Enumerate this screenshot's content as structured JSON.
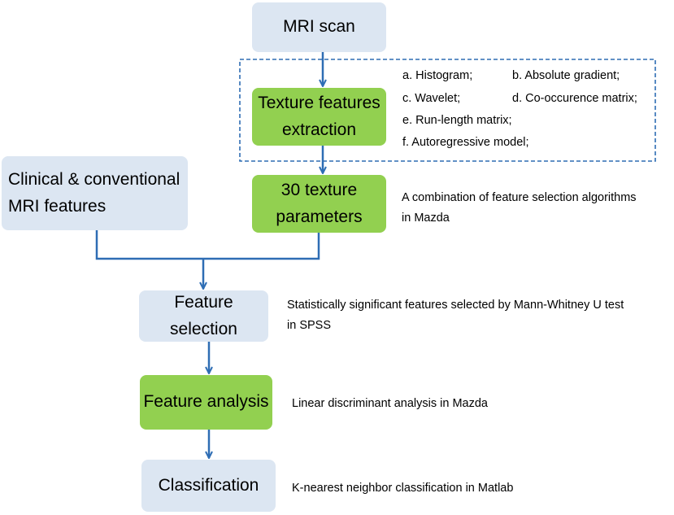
{
  "diagram": {
    "nodes": {
      "mri_scan": {
        "label": "MRI scan"
      },
      "texture_extraction": {
        "line1": "Texture features",
        "line2": "extraction"
      },
      "clinical_features": {
        "line1": "Clinical & conventional",
        "line2": "MRI features"
      },
      "texture_parameters": {
        "line1": "30 texture",
        "line2": "parameters"
      },
      "feature_selection": {
        "label": "Feature selection"
      },
      "feature_analysis": {
        "label": "Feature analysis"
      },
      "classification": {
        "label": "Classification"
      }
    },
    "extraction_methods": [
      "a. Histogram;",
      "b. Absolute gradient;",
      "c. Wavelet;",
      "d. Co-occurence matrix;",
      "e. Run-length matrix;",
      "f. Autoregressive model;"
    ],
    "notes": {
      "texture_parameters": {
        "line1": "A combination of feature selection algorithms",
        "line2": "in Mazda"
      },
      "feature_selection": {
        "line1": "Statistically significant features selected by Mann-Whitney U test",
        "line2": "in SPSS"
      },
      "feature_analysis": "Linear discriminant analysis in Mazda",
      "classification": "K-nearest neighbor classification in Matlab"
    },
    "colors": {
      "light_box": "#dce6f2",
      "green_box": "#92d050",
      "connector": "#2e6db4"
    }
  }
}
